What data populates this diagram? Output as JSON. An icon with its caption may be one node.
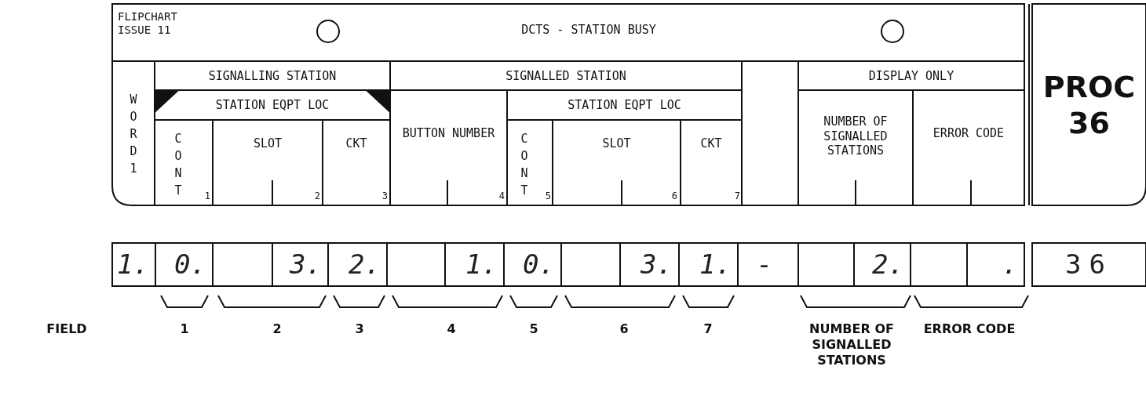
{
  "diagram": {
    "title": "DCTS - STATION BUSY",
    "labels": [
      "FLIPCHART ISSUE 11",
      "PROC 36",
      "WORD 1",
      "SIGNALLING STATION",
      "SIGNALLED STATION",
      "DISPLAY ONLY",
      "STATION EQPT LOC",
      "STATION EQPT LOC",
      "CONT",
      "1",
      "SLOT",
      "2",
      "CKT",
      "3",
      "BUTTON NUMBER",
      "4",
      "CONT",
      "5",
      "SLOT",
      "6",
      "CKT",
      "7",
      "NUMBER OF SIGNALLED STATIONS",
      "ERROR CODE",
      "1.",
      "0.",
      "3.",
      "2.",
      "1.",
      "0.",
      "3.",
      "1.",
      "-",
      "2.",
      ".",
      "36",
      "FIELD",
      "1",
      "2",
      "3",
      "4",
      "5",
      "6",
      "7",
      "NUMBER OF SIGNALLED STATIONS",
      "ERROR CODE"
    ]
  }
}
